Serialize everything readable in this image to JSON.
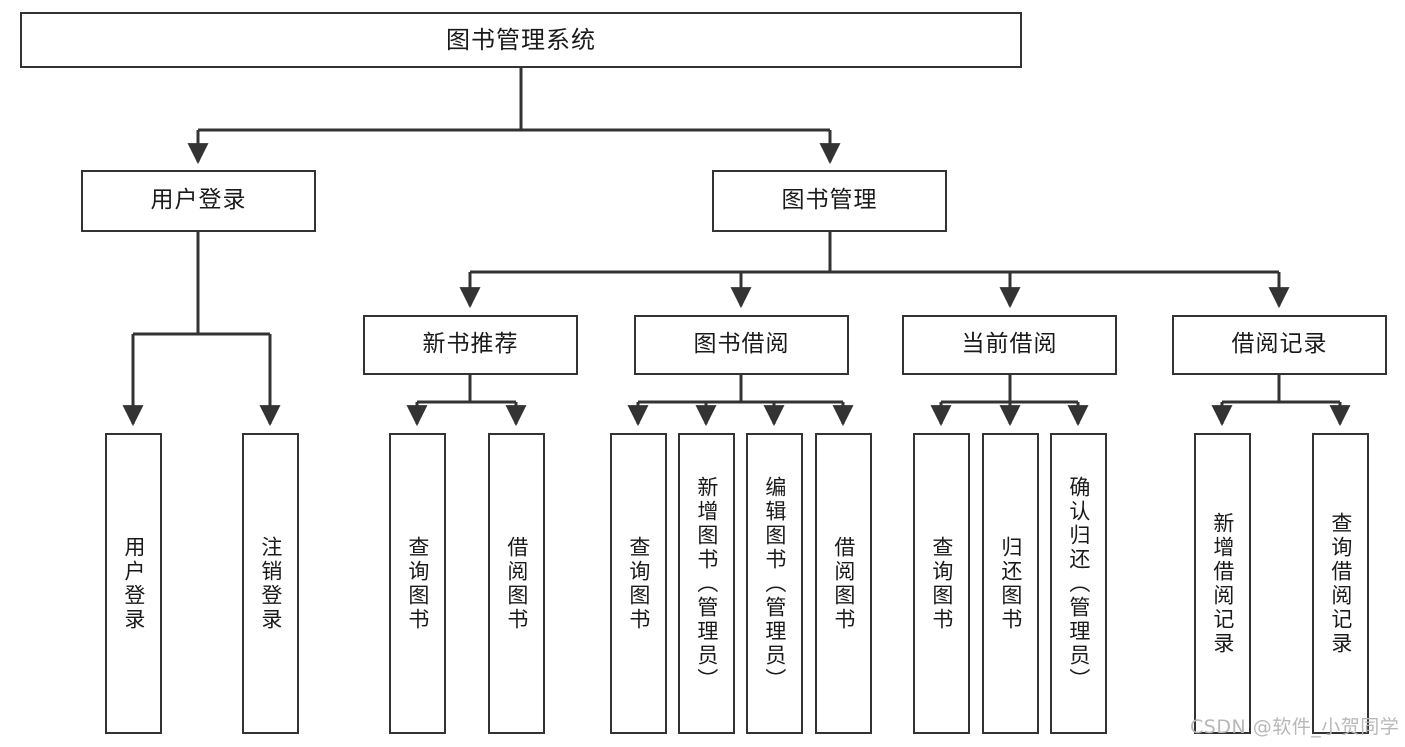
{
  "diagram": {
    "title": "图书管理系统",
    "type": "tree",
    "watermark": "CSDN @软件_小贺同学",
    "colors": {
      "box_border": "#333333",
      "box_fill": "#ffffff",
      "edge": "#333333",
      "text": "#1a1a1a",
      "watermark": "#b8b8b8"
    },
    "levels": {
      "level0": [
        {
          "id": "root",
          "label": "图书管理系统"
        }
      ],
      "level1": [
        {
          "id": "user-login",
          "label": "用户登录",
          "parent": "root"
        },
        {
          "id": "book-mgmt",
          "label": "图书管理",
          "parent": "root"
        }
      ],
      "level2": [
        {
          "id": "new-book-rec",
          "label": "新书推荐",
          "parent": "book-mgmt"
        },
        {
          "id": "book-borrow",
          "label": "图书借阅",
          "parent": "book-mgmt"
        },
        {
          "id": "current-borrow",
          "label": "当前借阅",
          "parent": "book-mgmt"
        },
        {
          "id": "borrow-record",
          "label": "借阅记录",
          "parent": "book-mgmt"
        }
      ],
      "level3": [
        {
          "id": "leaf-user-login",
          "label": "用户登录",
          "parent": "user-login"
        },
        {
          "id": "leaf-logout",
          "label": "注销登录",
          "parent": "user-login"
        },
        {
          "id": "leaf-query-book-1",
          "label": "查询图书",
          "parent": "new-book-rec"
        },
        {
          "id": "leaf-borrow-book-1",
          "label": "借阅图书",
          "parent": "new-book-rec"
        },
        {
          "id": "leaf-query-book-2",
          "label": "查询图书",
          "parent": "book-borrow"
        },
        {
          "id": "leaf-add-book",
          "label": "新增图书（管理员）",
          "parent": "book-borrow"
        },
        {
          "id": "leaf-edit-book",
          "label": "编辑图书（管理员）",
          "parent": "book-borrow"
        },
        {
          "id": "leaf-borrow-book-2",
          "label": "借阅图书",
          "parent": "book-borrow"
        },
        {
          "id": "leaf-query-book-3",
          "label": "查询图书",
          "parent": "current-borrow"
        },
        {
          "id": "leaf-return-book",
          "label": "归还图书",
          "parent": "current-borrow"
        },
        {
          "id": "leaf-confirm-return",
          "label": "确认归还（管理员）",
          "parent": "current-borrow"
        },
        {
          "id": "leaf-add-record",
          "label": "新增借阅记录",
          "parent": "borrow-record"
        },
        {
          "id": "leaf-query-record",
          "label": "查询借阅记录",
          "parent": "borrow-record"
        }
      ]
    }
  }
}
